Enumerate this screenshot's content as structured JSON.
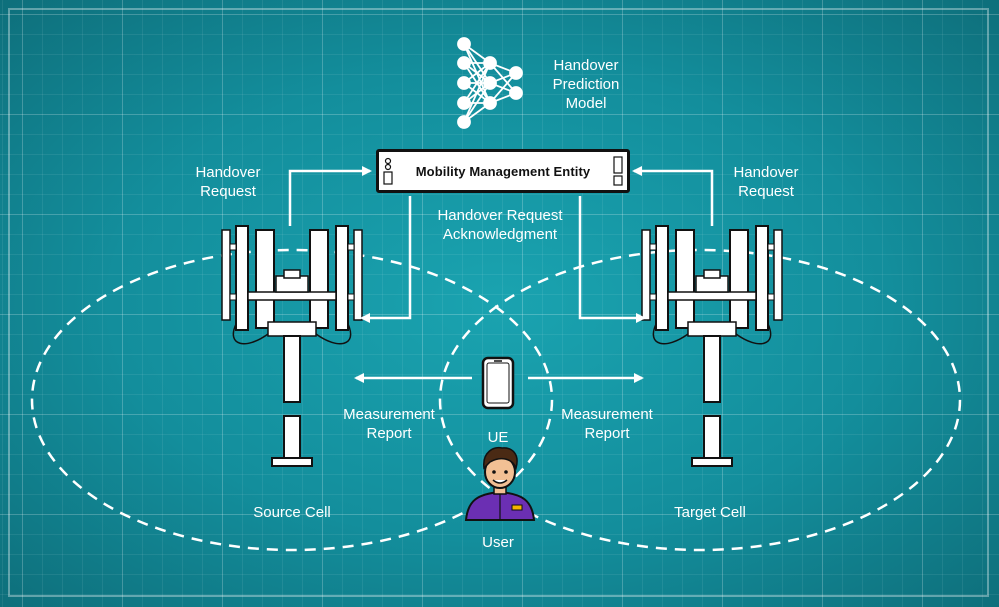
{
  "diagram": {
    "model_label": "Handover\nPrediction\nModel",
    "mme_label": "Mobility Management Entity",
    "handover_request_left": "Handover\nRequest",
    "handover_request_right": "Handover\nRequest",
    "handover_ack": "Handover Request\nAcknowledgment",
    "measurement_report_left": "Measurement\nReport",
    "measurement_report_right": "Measurement\nReport",
    "ue_label": "UE",
    "source_cell_label": "Source Cell",
    "target_cell_label": "Target Cell",
    "user_label": "User"
  },
  "icons": [
    "neural-network-icon",
    "server-icon",
    "cell-tower-icon",
    "smartphone-icon",
    "user-avatar-icon"
  ],
  "colors": {
    "background": "#138e9c",
    "lines": "#ffffff",
    "user_shirt": "#6b2fb3"
  }
}
